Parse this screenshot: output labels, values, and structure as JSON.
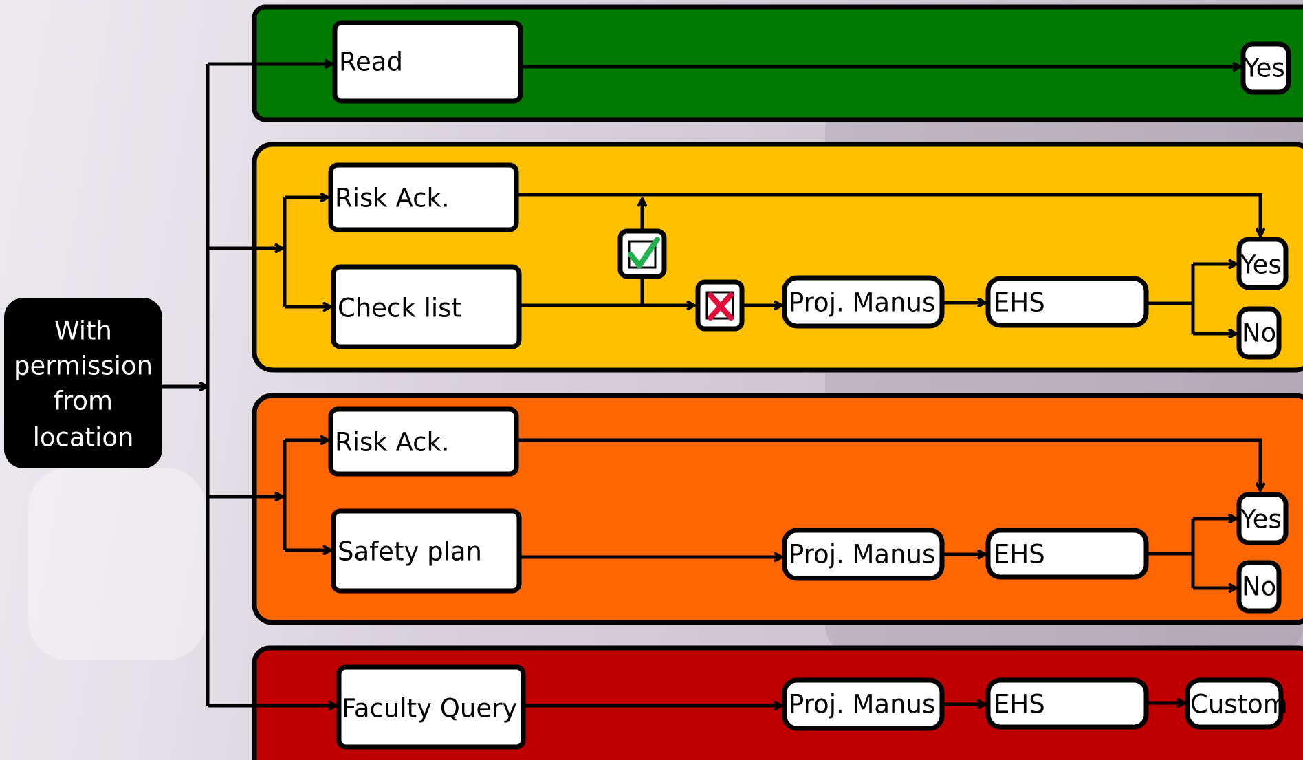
{
  "source": {
    "lines": [
      "With",
      "permission",
      "from",
      "location"
    ]
  },
  "tiers": {
    "green": {
      "color": "#027a02",
      "start": "Read",
      "result": "Yes"
    },
    "yellow": {
      "color": "#ffc000",
      "first": "Risk Ack.",
      "second": "Check list",
      "check_icon": "checkmark-icon",
      "fail_icon": "x-mark-icon",
      "approver_1": "Proj. Manus",
      "approver_2": "EHS",
      "result_yes": "Yes",
      "result_no": "No"
    },
    "orange": {
      "color": "#ff6600",
      "first": "Risk Ack.",
      "second": "Safety plan",
      "approver_1": "Proj. Manus",
      "approver_2": "EHS",
      "result_yes": "Yes",
      "result_no": "No"
    },
    "red": {
      "color": "#c00000",
      "start": "Faculty Query",
      "approver_1": "Proj. Manus",
      "approver_2": "EHS",
      "result": "Custom"
    }
  }
}
